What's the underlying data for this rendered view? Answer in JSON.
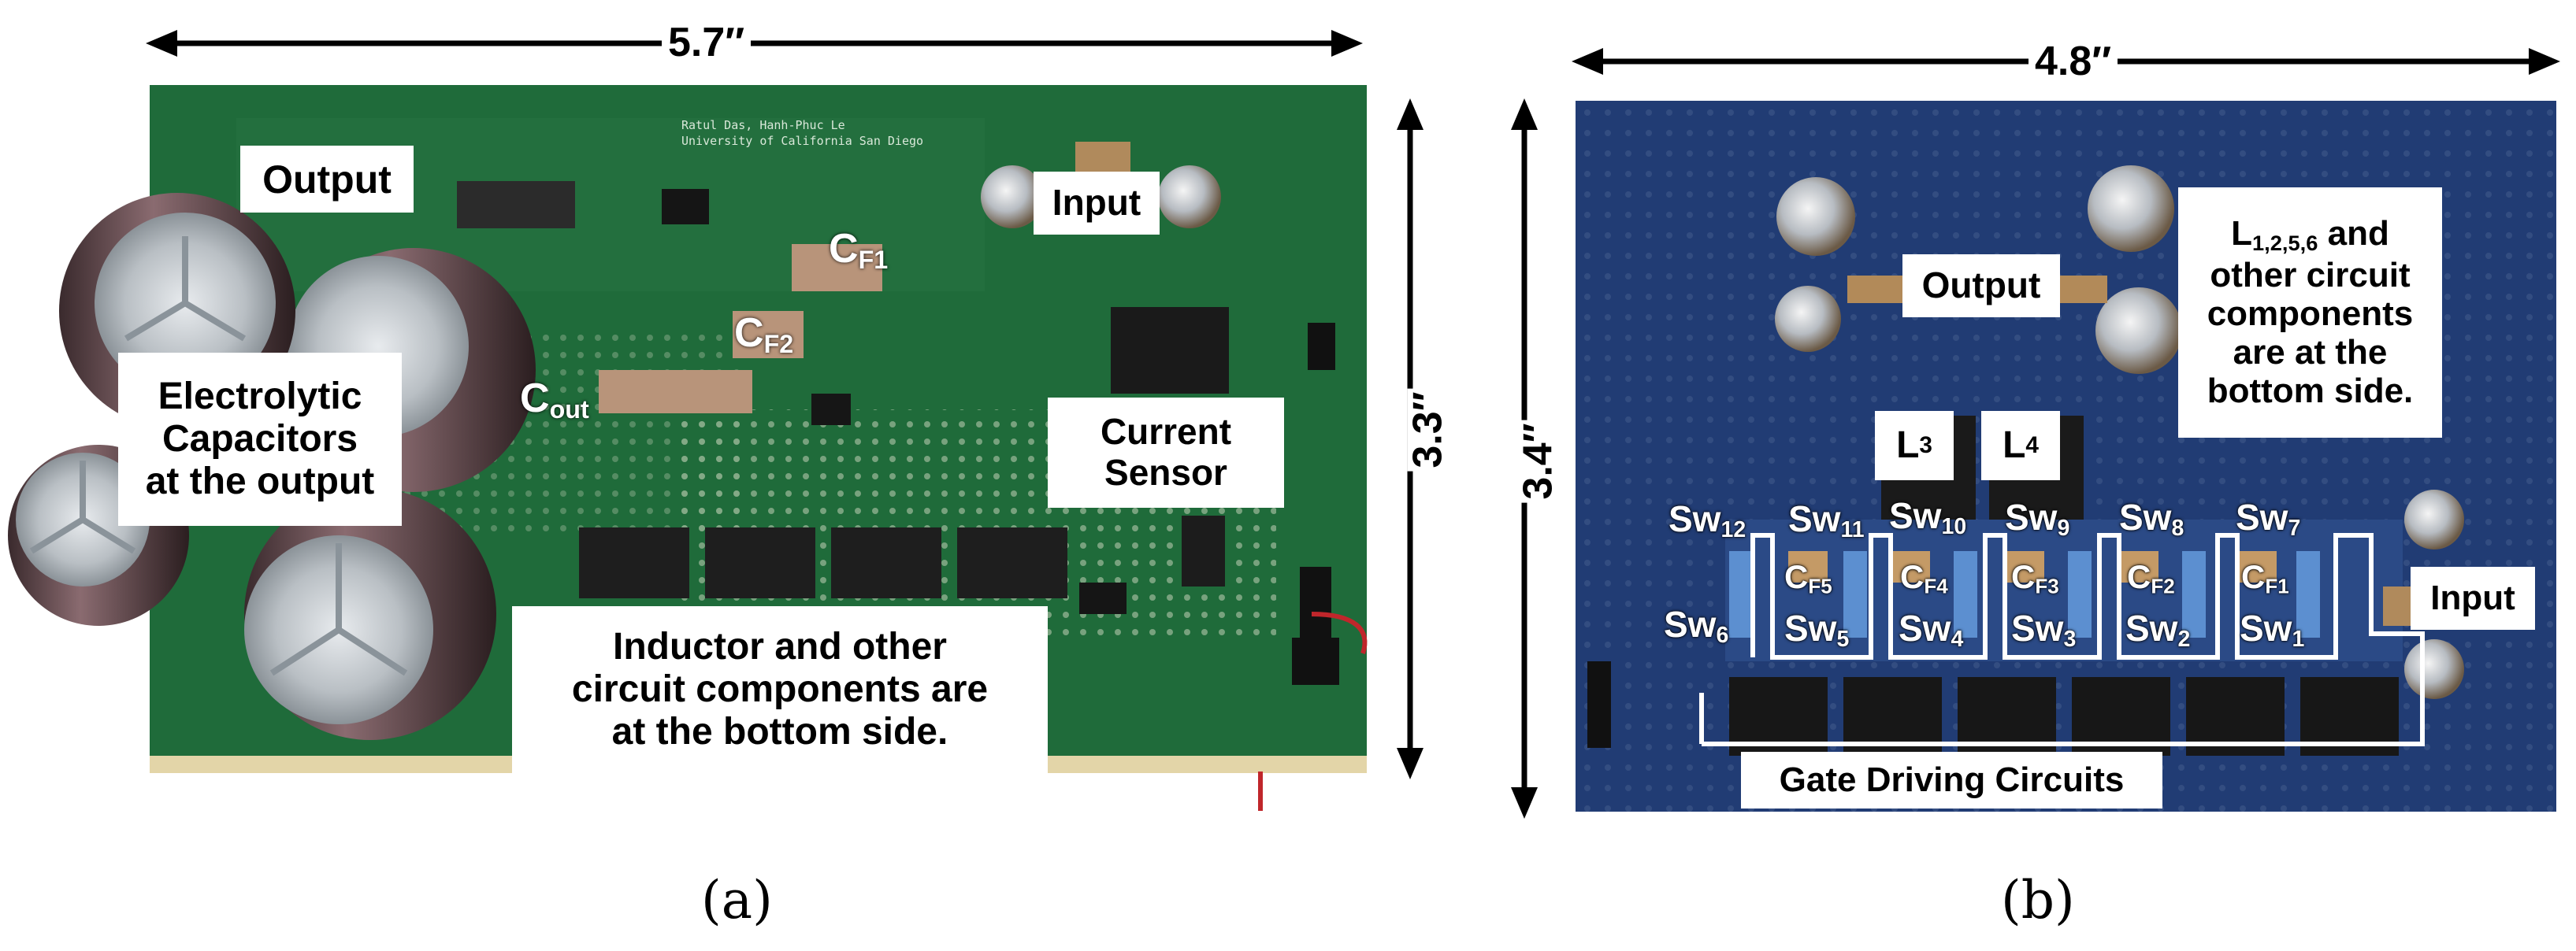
{
  "panel_a": {
    "caption": "(a)",
    "width_label": "5.7″",
    "height_label": "3.3″",
    "board_header": {
      "line1": "Ratul Das, Hanh-Phuc Le",
      "line2": "University of California San Diego"
    },
    "labels": {
      "output": "Output",
      "input": "Input",
      "cf1_main": "C",
      "cf1_sub": "F1",
      "cf2_main": "C",
      "cf2_sub": "F2",
      "cout_main": "C",
      "cout_sub": "out",
      "electrolytic_1": "Electrolytic",
      "electrolytic_2": "Capacitors",
      "electrolytic_3": "at the output",
      "current_1": "Current",
      "current_2": "Sensor",
      "inductor_1": "Inductor and other",
      "inductor_2": "circuit components are",
      "inductor_3": "at the bottom side."
    }
  },
  "panel_b": {
    "caption": "(b)",
    "width_label": "4.8″",
    "height_label": "3.4″",
    "labels": {
      "output": "Output",
      "input": "Input",
      "l3_main": "L",
      "l3_sub": "3",
      "l4_main": "L",
      "l4_sub": "4",
      "lbottom_main": "L",
      "lbottom_sub": "1,2,5,6",
      "lbottom_tail": " and",
      "lbottom_2": "other circuit",
      "lbottom_3": "components",
      "lbottom_4": "are at the",
      "lbottom_5": "bottom side.",
      "gate": "Gate Driving Circuits"
    },
    "switches": [
      {
        "main": "Sw",
        "sub": "12"
      },
      {
        "main": "Sw",
        "sub": "11"
      },
      {
        "main": "Sw",
        "sub": "10"
      },
      {
        "main": "Sw",
        "sub": "9"
      },
      {
        "main": "Sw",
        "sub": "8"
      },
      {
        "main": "Sw",
        "sub": "7"
      },
      {
        "main": "Sw",
        "sub": "6"
      },
      {
        "main": "Sw",
        "sub": "5"
      },
      {
        "main": "Sw",
        "sub": "4"
      },
      {
        "main": "Sw",
        "sub": "3"
      },
      {
        "main": "Sw",
        "sub": "2"
      },
      {
        "main": "Sw",
        "sub": "1"
      }
    ],
    "flying_caps": [
      {
        "main": "C",
        "sub": "F5"
      },
      {
        "main": "C",
        "sub": "F4"
      },
      {
        "main": "C",
        "sub": "F3"
      },
      {
        "main": "C",
        "sub": "F2"
      },
      {
        "main": "C",
        "sub": "F1"
      }
    ]
  }
}
